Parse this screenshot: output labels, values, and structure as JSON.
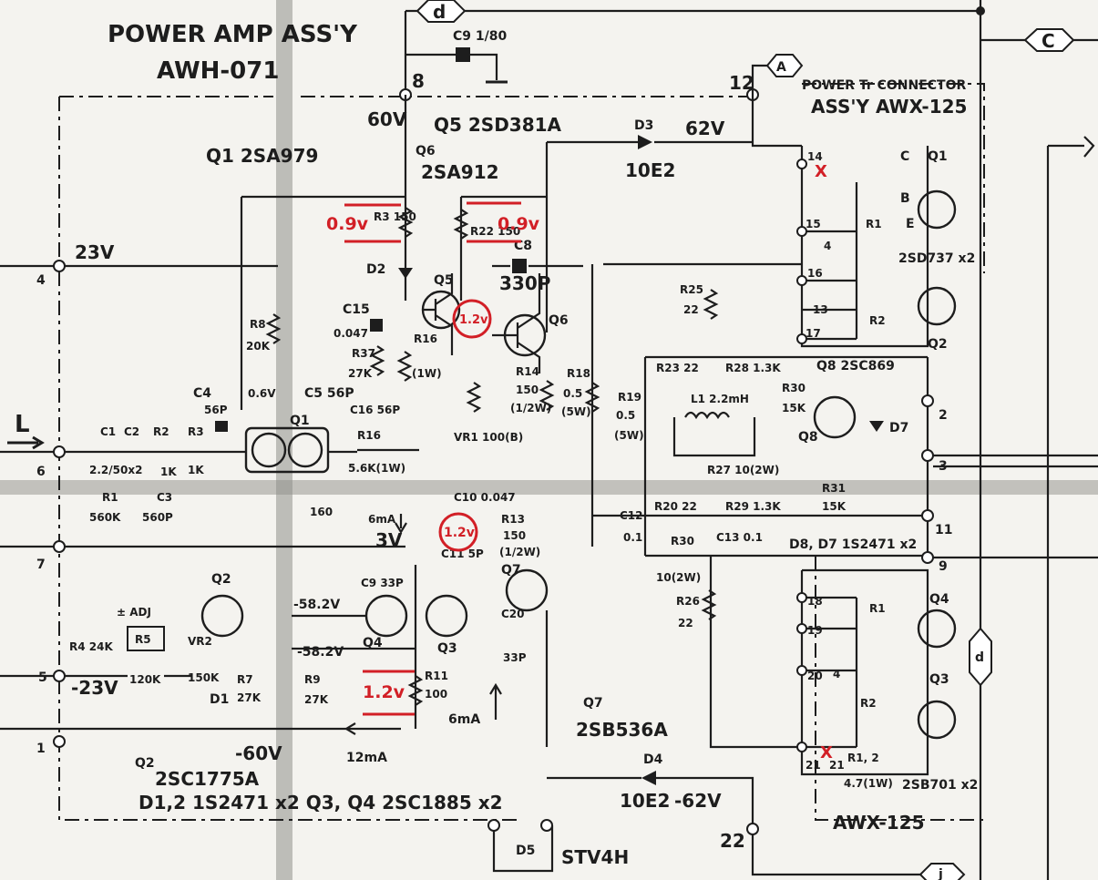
{
  "title": {
    "line1": "POWER AMP ASS'Y",
    "line2": "AWH-071"
  },
  "connector_title": {
    "line1": "POWER Tr CONNECTOR",
    "line2": "ASS'Y  AWX-125"
  },
  "bottom_assy": "AWX-125",
  "connector_tags": {
    "d_top": "d",
    "c": "C",
    "a": "A",
    "d_right": "d",
    "bottom": "j"
  },
  "left_input": "L",
  "pins": {
    "p8": "8",
    "p12": "12",
    "p4": "4",
    "p6": "6",
    "p7": "7",
    "p5": "5",
    "p1": "1",
    "p2": "2",
    "p3": "3",
    "p11": "11",
    "p9": "9",
    "p22": "22",
    "c14": "14",
    "c15": "15",
    "c16": "16",
    "c17": "17",
    "c18": "18",
    "c19": "19",
    "c20": "20",
    "c21": "21",
    "c13": "13",
    "c4a": "4",
    "c4b": "4",
    "c21b": "21"
  },
  "voltages": {
    "v60": "60V",
    "v23": "23V",
    "v62": "62V",
    "vm23": "-23V",
    "vm60": "-60V",
    "vm62": "-62V",
    "vm582a": "-58.2V",
    "vm582b": "-58.2V",
    "v3": "3V",
    "v06": "0.6V",
    "cur6": "6mA",
    "cur6b": "6mA",
    "cur12": "12mA"
  },
  "components": {
    "q1": "Q1 2SA979",
    "q5": "Q5 2SD381A",
    "q6": "Q6",
    "q6type": "2SA912",
    "c9": "C9 1/80",
    "d3": "D3",
    "d3type": "10E2",
    "d4": "D4",
    "d4type": "10E2",
    "r3": "R3 150",
    "r22": "R22 150",
    "c8": "C8",
    "c8v": "330P",
    "d2": "D2",
    "q5b": "Q5",
    "c15": "C15",
    "c15v": "0.047",
    "r37": "R37",
    "r37v": "27K",
    "r16": "R16",
    "r16v": "(1W)",
    "r8": "R8",
    "r8v": "20K",
    "c4": "C4",
    "c4v": "56P",
    "c5": "C5 56P",
    "c16": "C16 56P",
    "r16b": "R16",
    "r16bv": "5.6K(1W)",
    "vr1": "VR1 100(B)",
    "r14": "R14",
    "r14v": "150",
    "r14w": "(1/2W)",
    "r18": "R18",
    "r18v": "0.5",
    "r18w": "(5W)",
    "r19": "R19",
    "r19v": "0.5",
    "r19w": "(5W)",
    "r25": "R25",
    "r25v": "22",
    "r23": "R23 22",
    "r28": "R28 1.3K",
    "l1": "L1  2.2mH",
    "r27": "R27 10(2W)",
    "r30": "R30",
    "r30v": "15K",
    "q8": "Q8 2SC869",
    "q8b": "Q8",
    "d7": "D7",
    "c1": "C1",
    "c2": "C2",
    "r2": "R2",
    "r3b": "R3",
    "c1v": "2.2/50x2",
    "r2v": "1K",
    "r3bv": "1K",
    "r1": "R1",
    "r1v": "560K",
    "c3": "C3",
    "c3v": "560P",
    "r6": "160",
    "q1b": "Q1",
    "c12": "C12",
    "c12v": "0.1",
    "r20": "R20 22",
    "r29": "R29 1.3K",
    "r31": "R31",
    "r31v": "15K",
    "r30b": "R30",
    "r30bv": "10(2W)",
    "c13": "C13 0.1",
    "d8": "D8, D7 1S2471 x2",
    "r26": "R26",
    "r26v": "22",
    "c10": "C10 0.047",
    "c11": "C11 5P",
    "r13": "R13",
    "r13v": "150",
    "r13w": "(1/2W)",
    "c9b": "C9 33P",
    "q4": "Q4",
    "q3": "Q3",
    "q7": "Q7",
    "c20": "C20",
    "c20v": "33P",
    "q2": "Q2",
    "adj": "± ADJ",
    "r5": "R5",
    "r5v": "120K",
    "vr2": "VR2",
    "vr2v": "150K",
    "r4": "R4 24K",
    "r7": "R7",
    "r7v": "27K",
    "r9": "R9",
    "r9v": "27K",
    "d1": "D1",
    "r11": "R11",
    "r11v": "100",
    "q7type": "Q7",
    "q7name": "2SB536A",
    "q2name": "Q2",
    "q2type": "2SC1775A",
    "dline": "D1,2 1S2471 x2  Q3, Q4 2SC1885 x2",
    "d5": "D5",
    "d5type": "STV4H",
    "cq1": "Q1",
    "cr1": "R1",
    "cr2": "R2",
    "cq2": "Q2",
    "cB": "B",
    "cE": "E",
    "cC": "C",
    "c2sd": "2SD737 x2",
    "cq4": "Q4",
    "cr1b": "R1",
    "cr2b": "R2",
    "cq3": "Q3",
    "c2sb": "2SB701 x2",
    "cr12": "R1, 2",
    "cr12v": "4.7(1W)"
  },
  "annotations": {
    "r3_v": "0.9v",
    "r22_v": "0.9v",
    "q5_vbe": "1.2v",
    "q4_v": "1.2v",
    "r11_v": "1.2v",
    "x1": "X",
    "x2": "X"
  }
}
